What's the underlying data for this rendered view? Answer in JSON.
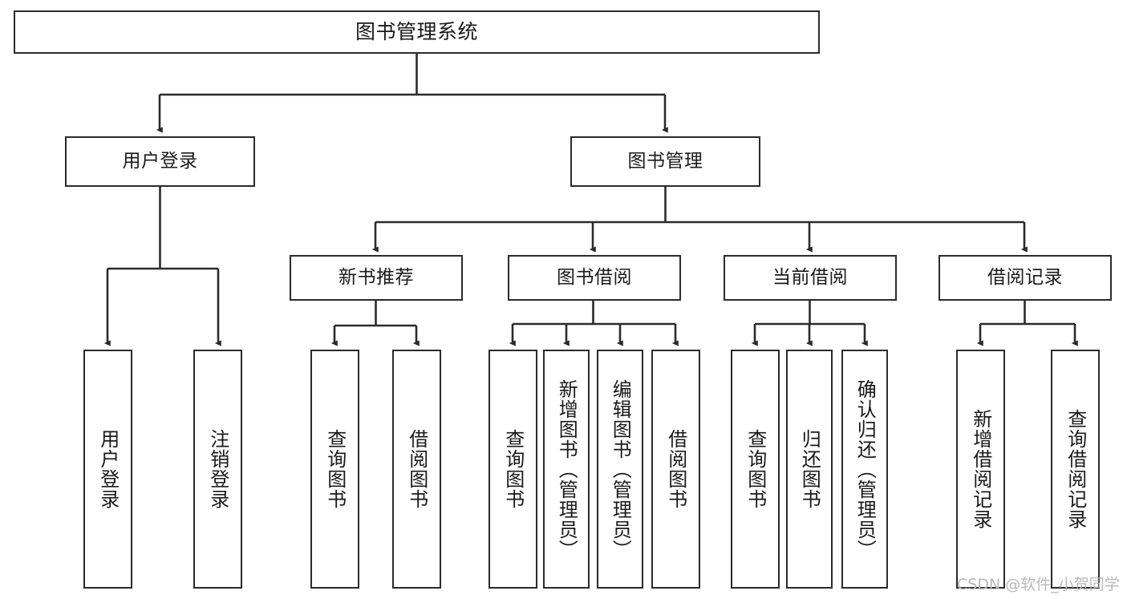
{
  "diagram": {
    "title": "图书管理系统",
    "type": "hierarchy-tree",
    "root": {
      "label": "图书管理系统"
    },
    "level2": [
      {
        "label": "用户登录"
      },
      {
        "label": "图书管理"
      }
    ],
    "level3": [
      {
        "label": "新书推荐"
      },
      {
        "label": "图书借阅"
      },
      {
        "label": "当前借阅"
      },
      {
        "label": "借阅记录"
      }
    ],
    "leaves": {
      "user_login": [
        "用户登录",
        "注销登录"
      ],
      "new_book_recommend": [
        "查询图书",
        "借阅图书"
      ],
      "book_borrow": [
        "查询图书",
        "新增图书（管理员）",
        "编辑图书（管理员）",
        "借阅图书"
      ],
      "current_borrow": [
        "查询图书",
        "归还图书",
        "确认归还（管理员）"
      ],
      "borrow_record": [
        "新增借阅记录",
        "查询借阅记录"
      ]
    }
  },
  "watermark": {
    "text": "CSDN @软件_小贺同学"
  },
  "colors": {
    "stroke": "#2b2b2b",
    "background": "#ffffff",
    "text": "#1a1a1a",
    "watermark": "#b9b9b9"
  }
}
